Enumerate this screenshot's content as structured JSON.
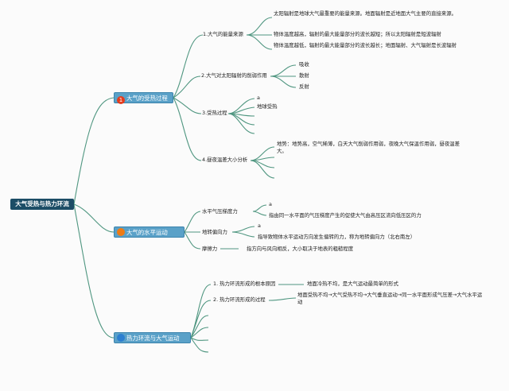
{
  "root": "大气受热与热力环流",
  "branch1": {
    "badge": "1",
    "badge_color": "#e53c1d",
    "title": "大气的受热过程",
    "s1": {
      "label": "1.大气的能量来源",
      "a": "太阳辐射是地球大气最重要的能量来源。地面辐射是近地面大气主要的直接来源。",
      "b": "物体温度越高，辐射的最大能量部分的波长越短；所以太阳辐射是短波辐射",
      "c": "物体温度越低，辐射的最大能量部分的波长越长；地面辐射、大气辐射是长波辐射"
    },
    "s2": {
      "label": "2.大气对太阳辐射的削弱作用",
      "items": [
        "吸收",
        "散射",
        "反射"
      ]
    },
    "s3": {
      "label": "3.受热过程",
      "a": "a",
      "b": "地球受热"
    },
    "s4": {
      "label": "4.昼夜温差大小分析",
      "a": "地势：地势高，空气稀薄，白天大气削弱作用弱，夜晚大气保温作用弱，昼夜温差大。"
    }
  },
  "branch2": {
    "badge_color": "#ee7b14",
    "title": "大气的水平运动",
    "s1": {
      "label": "水平气压梯度力",
      "a": "a",
      "b": "指由同一水平面的气压梯度产生的促使大气由高压区流向低压区的力"
    },
    "s2": {
      "label": "地转偏向力",
      "a": "a",
      "b": "指导致物体水平运动方向发生偏转的力，称为地转偏向力（北右南左）"
    },
    "s3": {
      "label": "摩擦力",
      "a": "指方向与风向相反，大小取决于地表的粗糙程度"
    }
  },
  "branch3": {
    "badge_color": "#2d7fd0",
    "title": "热力环流与大气运动",
    "s1": {
      "label": "1. 热力环流形成的根本原因",
      "a": "地面冷热不均，是大气运动最简单的形式"
    },
    "s2": {
      "label": "2. 热力环流形成的过程",
      "a": "地面受热不均→大气受热不均→大气垂直运动→同一水平面形成气压差→大气水平运动"
    }
  }
}
